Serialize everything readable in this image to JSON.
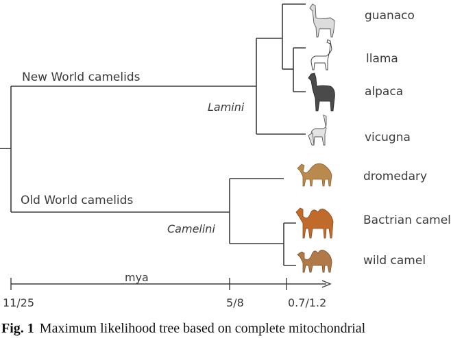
{
  "groups": {
    "new_world": "New World camelids",
    "old_world": "Old World camelids"
  },
  "tribes": {
    "lamini": "Lamini",
    "camelini": "Camelini"
  },
  "taxa": {
    "guanaco": "guanaco",
    "llama": "llama",
    "alpaca": "alpaca",
    "vicugna": "vicugna",
    "dromedary": "dromedary",
    "bactrian": "Bactrian camel",
    "wild": "wild camel"
  },
  "axis": {
    "label": "mya",
    "ticks": [
      "11/25",
      "5/8",
      "0.7/1.2"
    ]
  },
  "caption": {
    "label": "Fig. 1",
    "text": "Maximum likelihood tree based on complete mitochondrial"
  },
  "colors": {
    "line": "#3a3a3a",
    "text": "#3a3a3a",
    "camel": "#b98a4e",
    "camel_dark": "#8a5f2e"
  }
}
